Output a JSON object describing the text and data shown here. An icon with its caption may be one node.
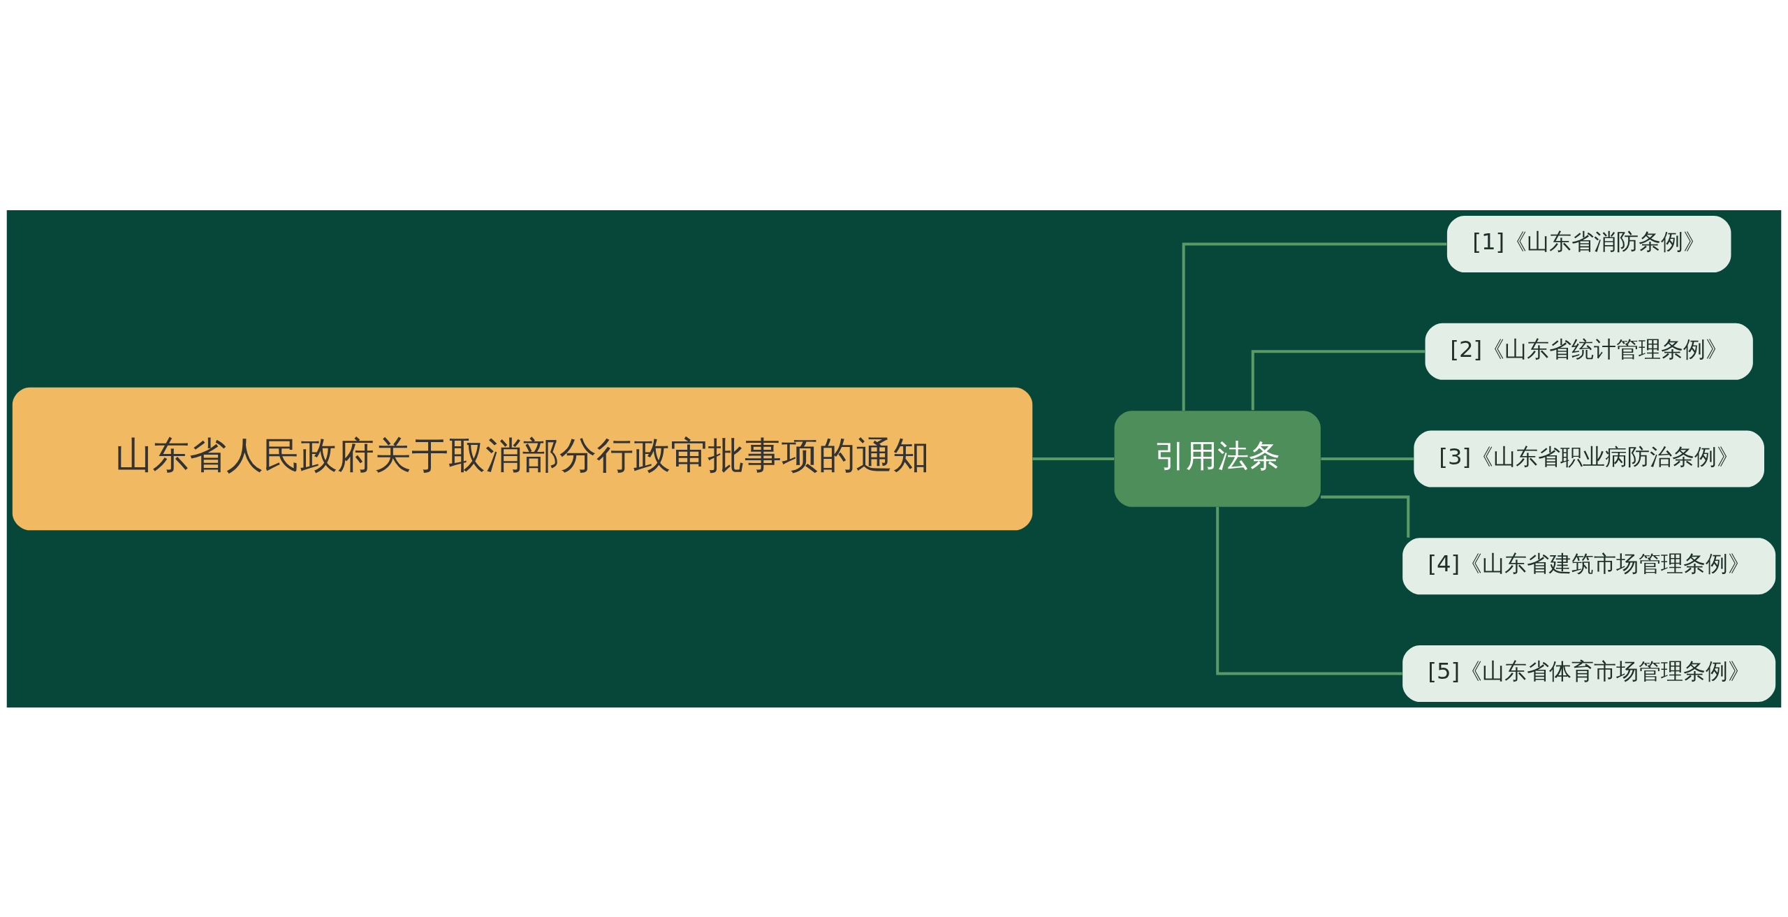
{
  "diagram": {
    "nodes": [
      {
        "text": [
          "山东省人民政府关于取消部分行政审批事项的通知"
        ]
      },
      {
        "text": [
          "引用法条"
        ]
      },
      {
        "text": [
          "[1]《山东省消防条例》"
        ]
      },
      {
        "text": [
          "[2]《山东省统计管理条例》"
        ]
      },
      {
        "text": [
          "[3]《山东省职业病防治条例》"
        ]
      },
      {
        "text": [
          "[4]《山东省建筑市场管理条例》"
        ]
      },
      {
        "text": [
          "[5]《山东省体育市场管理条例》"
        ]
      }
    ],
    "edges": [
      {
        "from": 0,
        "to": 1,
        "arrow": "none"
      },
      {
        "from": 1,
        "to": 2,
        "arrow": "none"
      },
      {
        "from": 1,
        "to": 3,
        "arrow": "none"
      },
      {
        "from": 1,
        "to": 4,
        "arrow": "none"
      },
      {
        "from": 1,
        "to": 5,
        "arrow": "none"
      },
      {
        "from": 1,
        "to": 6,
        "arrow": "none"
      }
    ]
  }
}
